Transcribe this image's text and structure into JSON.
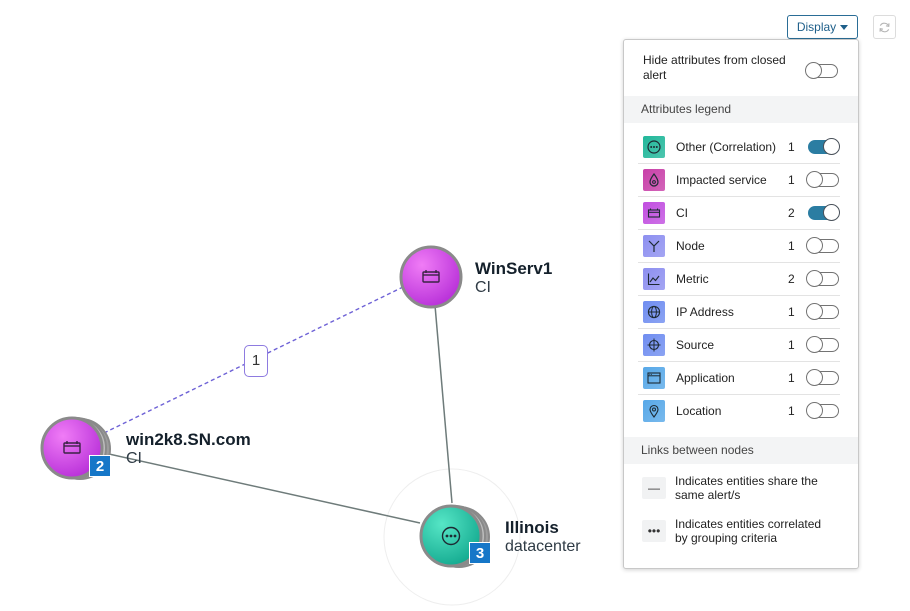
{
  "graph": {
    "nodes": [
      {
        "id": "winserv1",
        "name": "WinServ1",
        "type": "CI",
        "icon": "ci-box-icon",
        "color": "#d04be2",
        "badge": ""
      },
      {
        "id": "win2k8",
        "name": "win2k8.SN.com",
        "type": "CI",
        "icon": "ci-box-icon",
        "color": "#d04be2",
        "badge": "2"
      },
      {
        "id": "illinois",
        "name": "Illinois",
        "type": "datacenter",
        "icon": "correlation-dots-icon",
        "color": "#29c9a9",
        "badge": "3"
      }
    ],
    "edge_label": "1"
  },
  "toolbar": {
    "display_label": "Display"
  },
  "panel": {
    "hide_attr_text": "Hide attributes from closed alert",
    "attributes_heading": "Attributes legend",
    "links_heading": "Links between nodes",
    "attributes": [
      {
        "label": "Other (Correlation)",
        "count": "1",
        "on": true,
        "icon": "correlation-dots-icon",
        "color": "#21b79a"
      },
      {
        "label": "Impacted service",
        "count": "1",
        "on": false,
        "icon": "service-drop-icon",
        "color": "#c83fa8"
      },
      {
        "label": "CI",
        "count": "2",
        "on": true,
        "icon": "ci-box-icon",
        "color": "#c14ee0"
      },
      {
        "label": "Node",
        "count": "1",
        "on": false,
        "icon": "node-fork-icon",
        "color": "#8d8ff0"
      },
      {
        "label": "Metric",
        "count": "2",
        "on": false,
        "icon": "metric-chart-icon",
        "color": "#8d8ff0"
      },
      {
        "label": "IP Address",
        "count": "1",
        "on": false,
        "icon": "globe-icon",
        "color": "#6f8df0"
      },
      {
        "label": "Source",
        "count": "1",
        "on": false,
        "icon": "crosshair-icon",
        "color": "#6f8df0"
      },
      {
        "label": "Application",
        "count": "1",
        "on": false,
        "icon": "app-window-icon",
        "color": "#57a8e8"
      },
      {
        "label": "Location",
        "count": "1",
        "on": false,
        "icon": "location-pin-icon",
        "color": "#57a8e8"
      }
    ],
    "links": [
      {
        "symbol": "—",
        "text": "Indicates entities share the same alert/s"
      },
      {
        "symbol": "•••",
        "text": "Indicates entities correlated by grouping criteria"
      }
    ]
  }
}
